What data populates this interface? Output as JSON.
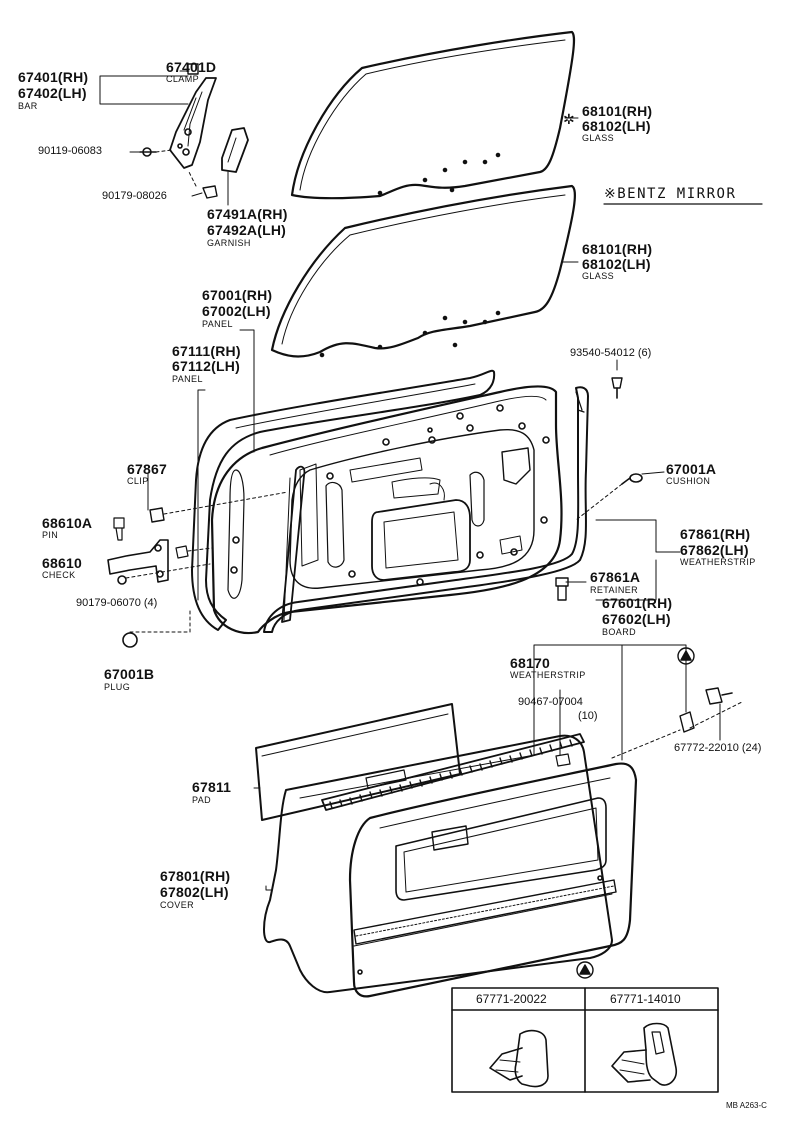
{
  "colors": {
    "ink": "#111111",
    "paper": "#ffffff"
  },
  "labels": {
    "p67401d": "67401D",
    "clamp": "CLAMP",
    "p67401": "67401(RH)",
    "p67402": "67402(LH)",
    "bar": "BAR",
    "p90119": "90119-06083",
    "p90179a": "90179-08026",
    "p67491a": "67491A(RH)",
    "p67492a": "67492A(LH)",
    "garnish": "GARNISH",
    "p68101a": "68101(RH)",
    "p68102a": "68102(LH)",
    "glass_a": "GLASS",
    "bentz_mirror": "※BENTZ MIRROR",
    "p68101b": "68101(RH)",
    "p68102b": "68102(LH)",
    "glass_b": "GLASS",
    "p67001": "67001(RH)",
    "p67002": "67002(LH)",
    "panel_a": "PANEL",
    "p67111": "67111(RH)",
    "p67112": "67112(LH)",
    "panel_b": "PANEL",
    "p93540": "93540-54012 (6)",
    "p67867": "67867",
    "clip": "CLIP",
    "p67001a": "67001A",
    "cushion": "CUSHION",
    "p68610a": "68610A",
    "pin": "PIN",
    "p67861": "67861(RH)",
    "p67862": "67862(LH)",
    "weatherstrip_a": "WEATHERSTRIP",
    "p68610": "68610",
    "check": "CHECK",
    "p67861a": "67861A",
    "retainer": "RETAINER",
    "p90179b": "90179-06070 (4)",
    "p67601": "67601(RH)",
    "p67602": "67602(LH)",
    "board": "BOARD",
    "p67001b": "67001B",
    "plug": "PLUG",
    "p68170": "68170",
    "weatherstrip_b": "WEATHERSTRIP",
    "p90467": "90467-07004",
    "qty10": "(10)",
    "p67772": "67772-22010 (24)",
    "p67811": "67811",
    "pad": "PAD",
    "p67801": "67801(RH)",
    "p67802": "67802(LH)",
    "cover": "COVER",
    "box_left": "67771-20022",
    "box_right": "67771-14010",
    "footer": "MB  A263-C"
  }
}
